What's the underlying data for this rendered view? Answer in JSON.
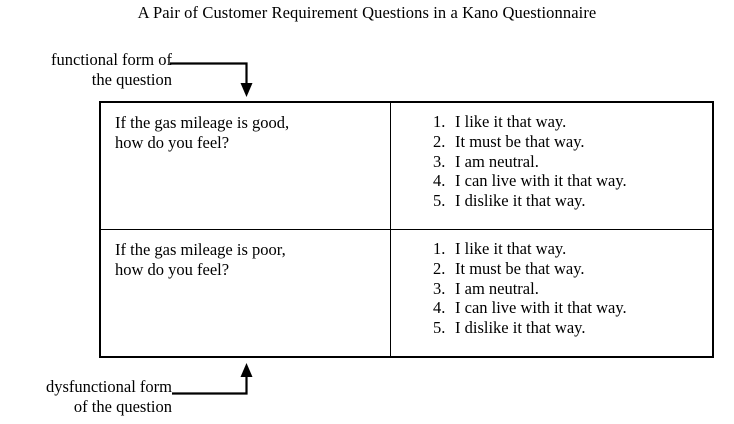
{
  "figure": {
    "title": "A Pair of Customer Requirement Questions in a Kano Questionnaire"
  },
  "annotations": {
    "functional": {
      "line1": "functional form of",
      "line2": "the question"
    },
    "dysfunctional": {
      "line1": "dysfunctional form",
      "line2": "of the question"
    }
  },
  "table": {
    "rows": [
      {
        "question": {
          "line1": "If the gas mileage is good,",
          "line2": "how do you feel?"
        },
        "answers": [
          {
            "num": "1.",
            "text": "I like it that way."
          },
          {
            "num": "2.",
            "text": "It must be that way."
          },
          {
            "num": "3.",
            "text": "I am neutral."
          },
          {
            "num": "4.",
            "text": "I can live with it that way."
          },
          {
            "num": "5.",
            "text": "I dislike it that way."
          }
        ]
      },
      {
        "question": {
          "line1": "If the gas mileage is poor,",
          "line2": "how do you feel?"
        },
        "answers": [
          {
            "num": "1.",
            "text": "I like it that way."
          },
          {
            "num": "2.",
            "text": "It must be that way."
          },
          {
            "num": "3.",
            "text": "I am neutral."
          },
          {
            "num": "4.",
            "text": "I can live with it that way."
          },
          {
            "num": "5.",
            "text": "I dislike it that way."
          }
        ]
      }
    ]
  },
  "style": {
    "ink": "#000000",
    "paper": "#ffffff"
  }
}
